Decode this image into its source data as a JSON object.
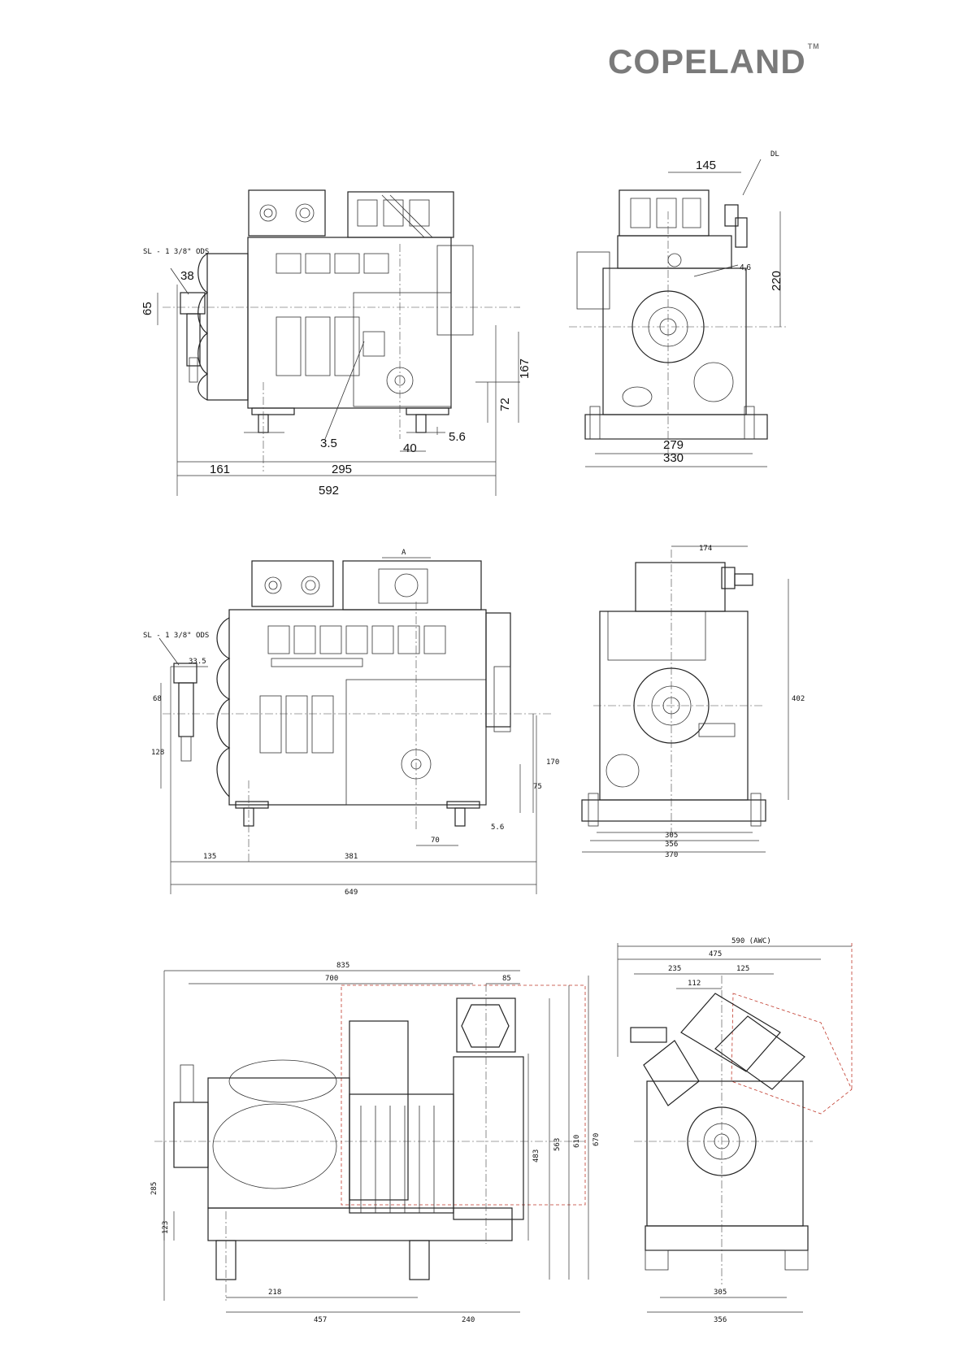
{
  "brand": {
    "name": "Copeland",
    "display": "COPELAND",
    "tm": "TM"
  },
  "drawing1": {
    "label_connection": "SL - 1 3/8\" ODS",
    "label_discharge": "DL",
    "dims": [
      "38",
      "65",
      "3.5",
      "40",
      "5.6",
      "72",
      "167",
      "161",
      "295",
      "592",
      "145",
      "220",
      "4,6",
      "279",
      "330"
    ]
  },
  "drawing2": {
    "label_connection": "SL - 1 3/8\" ODS",
    "label_a": "A",
    "dims": [
      "33.5",
      "68",
      "128",
      "170",
      "75",
      "5.6",
      "70",
      "135",
      "381",
      "649",
      "174",
      "402",
      "305",
      "356",
      "370"
    ]
  },
  "drawing3": {
    "dims": [
      "835",
      "700",
      "85",
      "285",
      "123",
      "483",
      "563",
      "610",
      "670",
      "218",
      "457",
      "240",
      "590 (AWC)",
      "475",
      "235",
      "125",
      "112",
      "305",
      "356"
    ]
  }
}
